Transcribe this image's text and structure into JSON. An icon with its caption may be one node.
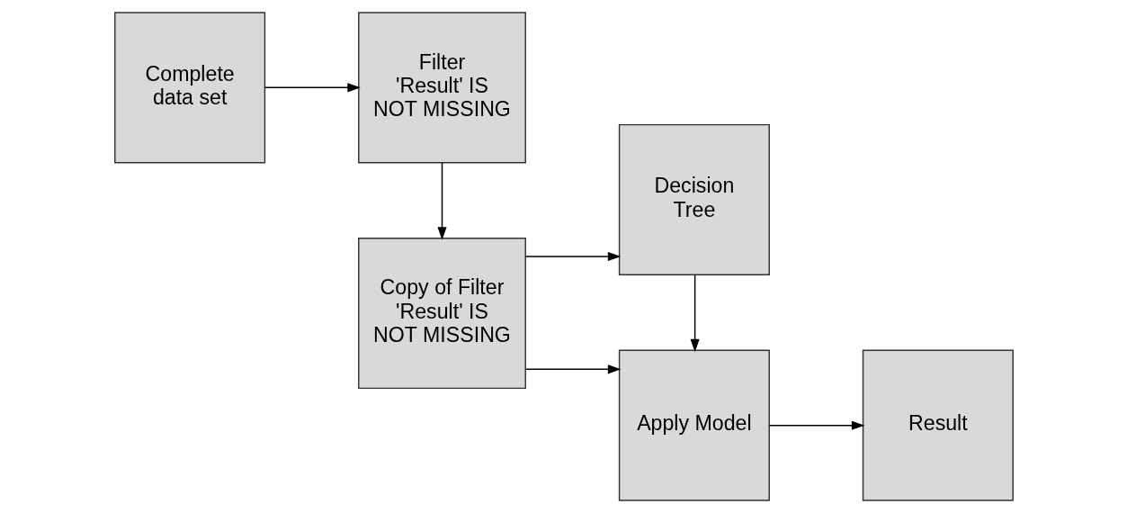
{
  "diagram": {
    "nodes": [
      {
        "text": [
          "Complete data set"
        ]
      },
      {
        "text": [
          "Filter 'Result' IS NOT MISSING"
        ]
      },
      {
        "text": [
          "Decision Tree"
        ]
      },
      {
        "text": [
          "Result"
        ]
      },
      {
        "text": [
          "Copy of Filter 'Result' IS NOT MISSING"
        ]
      },
      {
        "text": [
          "Apply Model"
        ]
      }
    ],
    "edges": [
      {
        "from": 0,
        "to": 1,
        "arrow": "to"
      },
      {
        "from": 1,
        "to": 4,
        "arrow": "to"
      },
      {
        "from": 4,
        "to": 2,
        "arrow": "to"
      },
      {
        "from": 4,
        "to": 5,
        "arrow": "to"
      },
      {
        "from": 2,
        "to": 5,
        "arrow": "to"
      },
      {
        "from": 5,
        "to": 3,
        "arrow": "to"
      }
    ]
  }
}
